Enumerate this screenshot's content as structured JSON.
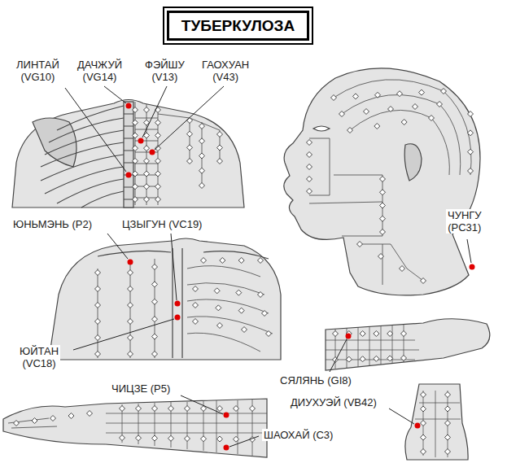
{
  "diagram": {
    "title": "ТУБЕРКУЛОЗА",
    "labels": [
      "ЛИНТАЙ (VG10)",
      "ДАЧЖУЙ (VG14)",
      "ФЭЙШУ (V13)",
      "ГАОХУАН (V43)",
      "ЮНЬМЭНЬ (P2)",
      "ЦЗЫГУН (VC19)",
      "ЮЙТАН (VC18)",
      "ЧУНГУ (PC31)",
      "СЯЛЯНЬ (GI8)",
      "ЧИЦЗЕ (P5)",
      "ШАОХАЙ (C3)",
      "ДИУХУЭЙ (VB42)"
    ]
  }
}
